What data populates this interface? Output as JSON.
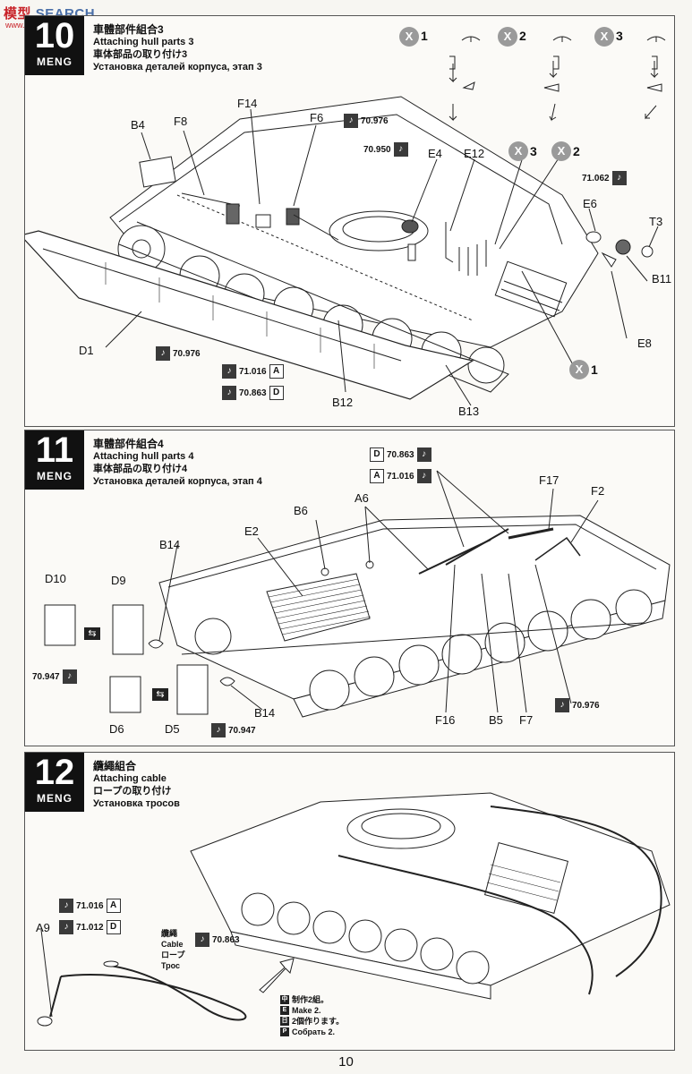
{
  "watermark": {
    "text_a": "模型",
    "text_b": "SEARCH",
    "sub": "www.hmodel.com"
  },
  "brand": "MENG",
  "page_number": "10",
  "step10": {
    "num": "10",
    "title_cn": "車體部件組合3",
    "title_en": "Attaching hull parts 3",
    "title_jp": "車体部品の取り付け3",
    "title_ru": "Установка деталей корпуса, этап 3",
    "x_badges": [
      {
        "x": "X",
        "n": "1"
      },
      {
        "x": "X",
        "n": "2"
      },
      {
        "x": "X",
        "n": "3"
      }
    ],
    "parts": {
      "B4": "B4",
      "F8": "F8",
      "F14": "F14",
      "F6": "F6",
      "E4": "E4",
      "E12": "E12",
      "E6": "E6",
      "T3": "T3",
      "B11": "B11",
      "E8": "E8",
      "D1": "D1",
      "B12": "B12",
      "B13": "B13"
    },
    "paints": {
      "p1": "70.976",
      "p2": "70.950",
      "p3": "71.062",
      "p4": "70.976",
      "p5": "71.016",
      "p6": "70.863"
    },
    "tags": {
      "a": "A",
      "d": "D"
    },
    "callouts": [
      {
        "x": "X",
        "n": "3"
      },
      {
        "x": "X",
        "n": "2"
      },
      {
        "x": "X",
        "n": "1"
      }
    ]
  },
  "step11": {
    "num": "11",
    "title_cn": "車體部件組合4",
    "title_en": "Attaching hull parts 4",
    "title_jp": "車体部品の取り付け4",
    "title_ru": "Установка деталей корпуса, этап 4",
    "parts": {
      "D10": "D10",
      "D9": "D9",
      "B14a": "B14",
      "E2": "E2",
      "B6": "B6",
      "A6": "A6",
      "F17": "F17",
      "F2": "F2",
      "D6": "D6",
      "D5": "D5",
      "B14b": "B14",
      "F16": "F16",
      "B5": "B5",
      "F7": "F7"
    },
    "paints": {
      "p1": "70.863",
      "p2": "71.016",
      "p3": "70.947",
      "p4": "70.947",
      "p5": "70.976"
    },
    "tags": {
      "a": "A",
      "d": "D"
    }
  },
  "step12": {
    "num": "12",
    "title_cn": "纜繩組合",
    "title_en": "Attaching cable",
    "title_jp": "ロープの取り付け",
    "title_ru": "Установка тросов",
    "parts": {
      "A9": "A9"
    },
    "paints": {
      "p1": "71.016",
      "p2": "71.012",
      "p3": "70.863"
    },
    "tags": {
      "a": "A",
      "d": "D"
    },
    "cable_label": {
      "cn": "纜繩",
      "en": "Cable",
      "jp": "ロープ",
      "ru": "Трос"
    },
    "make_note": {
      "cn": "制作2組。",
      "en": "Make 2.",
      "jp": "2個作ります。",
      "ru": "Собрать 2."
    }
  }
}
